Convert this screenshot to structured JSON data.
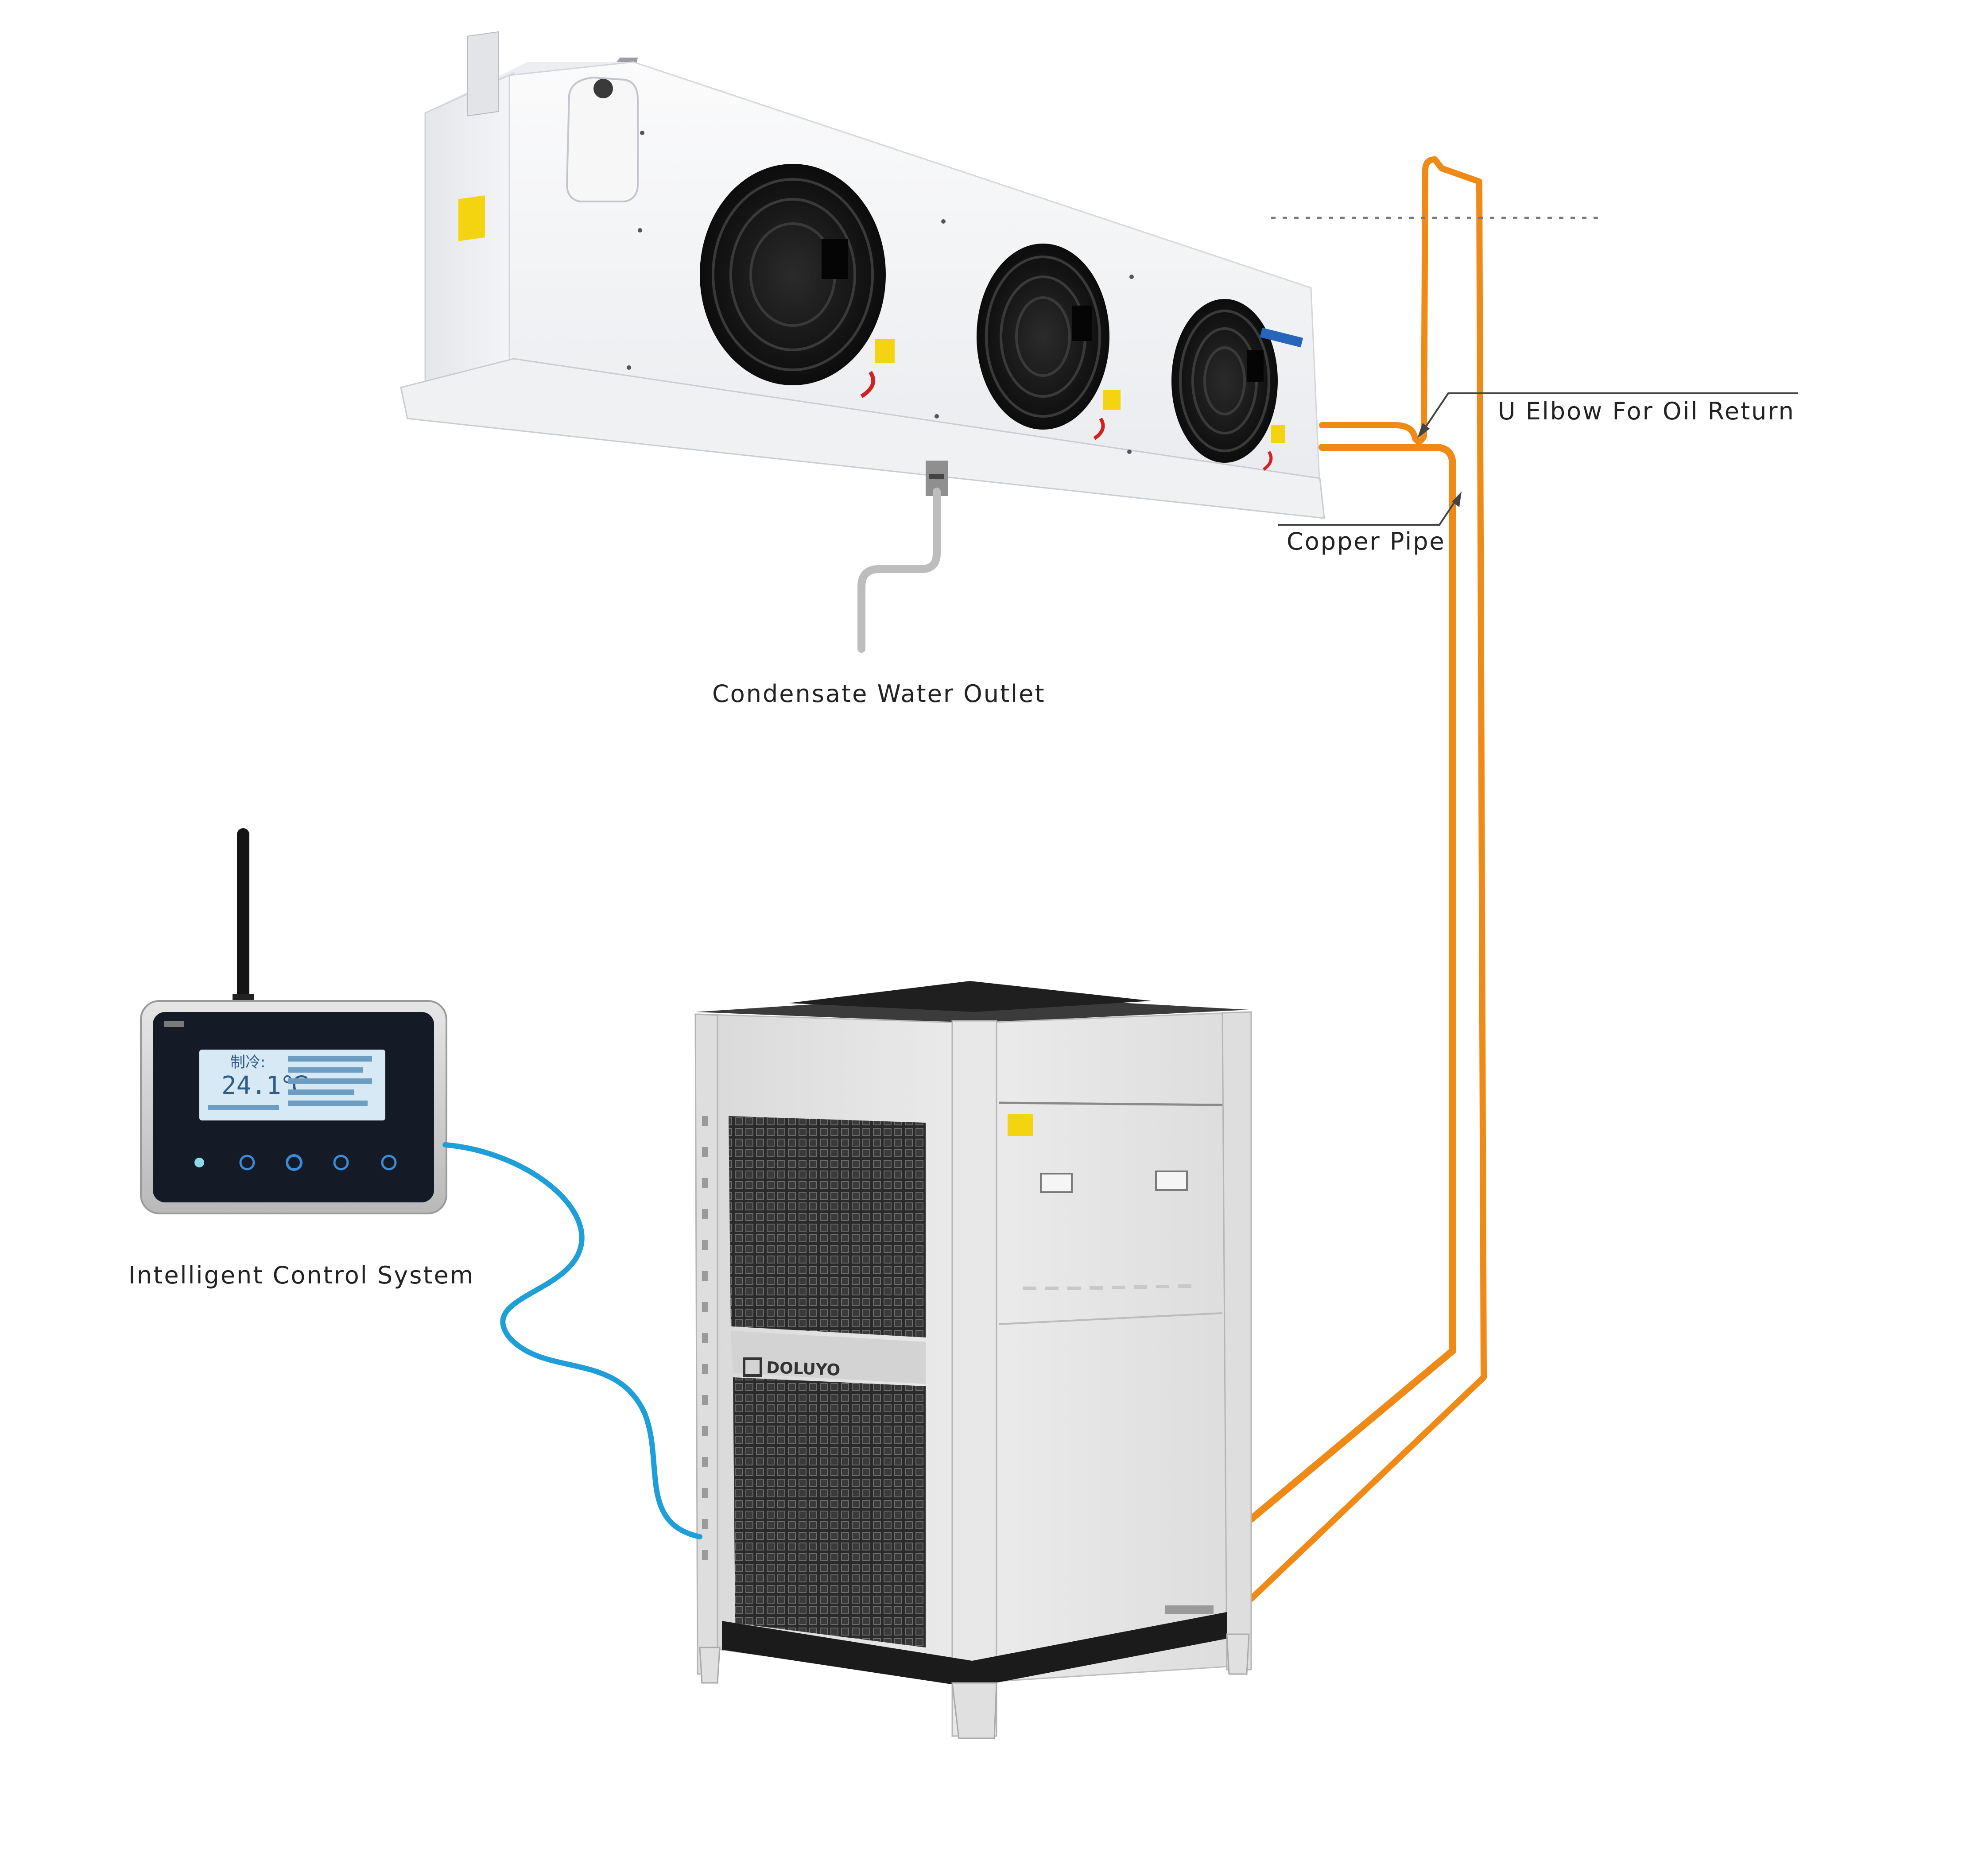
{
  "labels": {
    "u_elbow": "U Elbow For Oil Return",
    "copper_pipe": "Copper Pipe",
    "condensate_outlet": "Condensate Water Outlet",
    "control_system": "Intelligent Control System"
  },
  "controller": {
    "display_temp": "24.1℃",
    "display_mode": "制冷:"
  },
  "condensing_unit": {
    "brand": "DOLUYO"
  },
  "colors": {
    "copper_pipe": "#ef8a17",
    "control_cable": "#1e9fd8",
    "drain_pipe": "#bdbdbd",
    "evaporator_body": "#f2f3f5",
    "fan": "#141414",
    "unit_body": "#e5e5e5",
    "lcd": "#d6e9f5",
    "controller_face": "#141a26"
  }
}
